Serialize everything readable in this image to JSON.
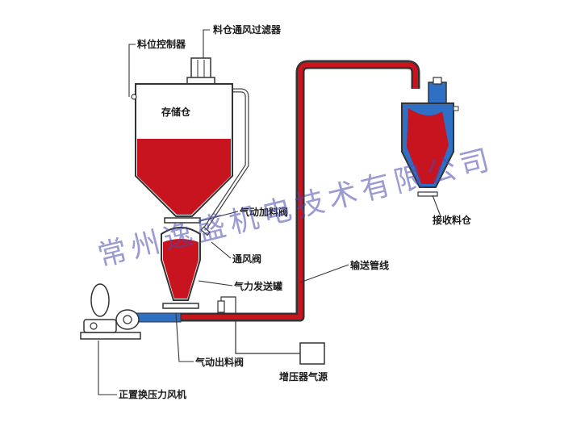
{
  "labels": {
    "level_controller": "料位控制器",
    "silo_filter": "料仓通风过滤器",
    "storage_silo": "存储仓",
    "pneumatic_feed_valve": "气动加料阀",
    "vent_valve": "通风阀",
    "pressure_vessel": "气力发送罐",
    "conveying_pipe": "输送管线",
    "receiving_silo": "接收料仓",
    "pneumatic_discharge_valve": "气动出料阀",
    "booster_air_source": "增压器气源",
    "blower": "正置换压力风机"
  },
  "watermark": "常州逸盛机电技术有限公司",
  "colors": {
    "material_red": "#c8141e",
    "air_blue": "#2f6fc4",
    "outline": "#333333"
  }
}
